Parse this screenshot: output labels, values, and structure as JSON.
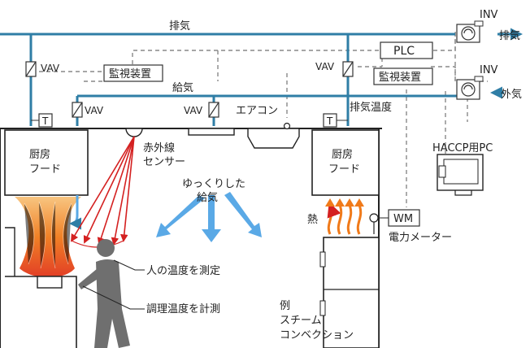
{
  "labels": {
    "exhaust_top": "排気",
    "exhaust_out": "排気",
    "outside_air": "外気",
    "supply": "給気",
    "inv_top": "INV",
    "inv_mid": "INV",
    "plc": "PLC",
    "monitor_left": "監視装置",
    "monitor_right": "監視装置",
    "vav_a": "VAV",
    "vav_b": "VAV",
    "vav_c": "VAV",
    "vav_d": "VAV",
    "t_left": "T",
    "t_right": "T",
    "exhaust_temp": "排気温度",
    "aircon": "エアコン",
    "hood_left_1": "厨房",
    "hood_left_2": "フード",
    "hood_right_1": "厨房",
    "hood_right_2": "フード",
    "sensor_1": "赤外線",
    "sensor_2": "センサー",
    "slow_1": "ゆっくりした",
    "slow_2": "給気",
    "heat": "熱",
    "wm": "WM",
    "power_meter": "電力メーター",
    "haccp": "HACCP用PC",
    "person_temp": "人の温度を測定",
    "cook_temp": "調理温度を計測",
    "example_1": "例",
    "example_2": "スチーム",
    "example_3": "コンベクション"
  },
  "colors": {
    "duct": "#2f7ea6",
    "sensor_beam": "#d42020",
    "airflow": "#5aa9e6",
    "heat": "#f07a1a",
    "person": "#6f6f6f"
  }
}
